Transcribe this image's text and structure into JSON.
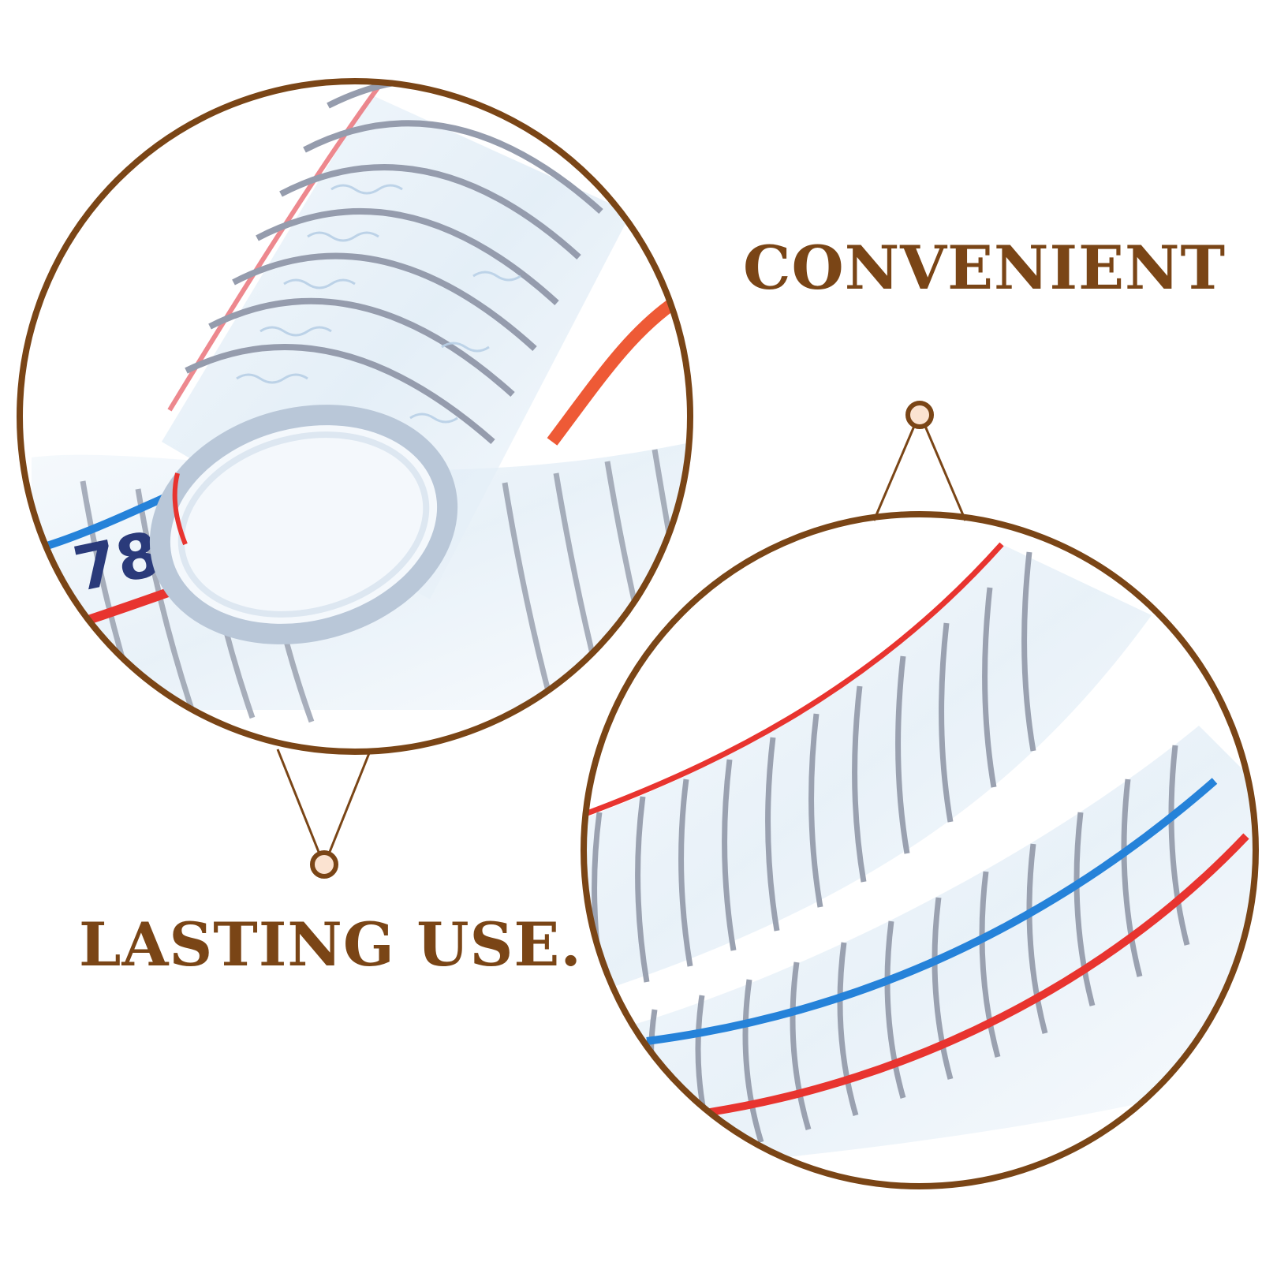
{
  "colors": {
    "accent": "#7a4516",
    "pin_fill": "#fbe3d1",
    "background": "#ffffff",
    "wire": "#8f96a6",
    "stripe_red": "#e8342f",
    "stripe_blue": "#2582d9",
    "tube_tint": "#d7e6f3"
  },
  "headlines": {
    "convenient": "CONVENIENT",
    "lasting": "LASTING USE."
  },
  "tube_marking": "78"
}
